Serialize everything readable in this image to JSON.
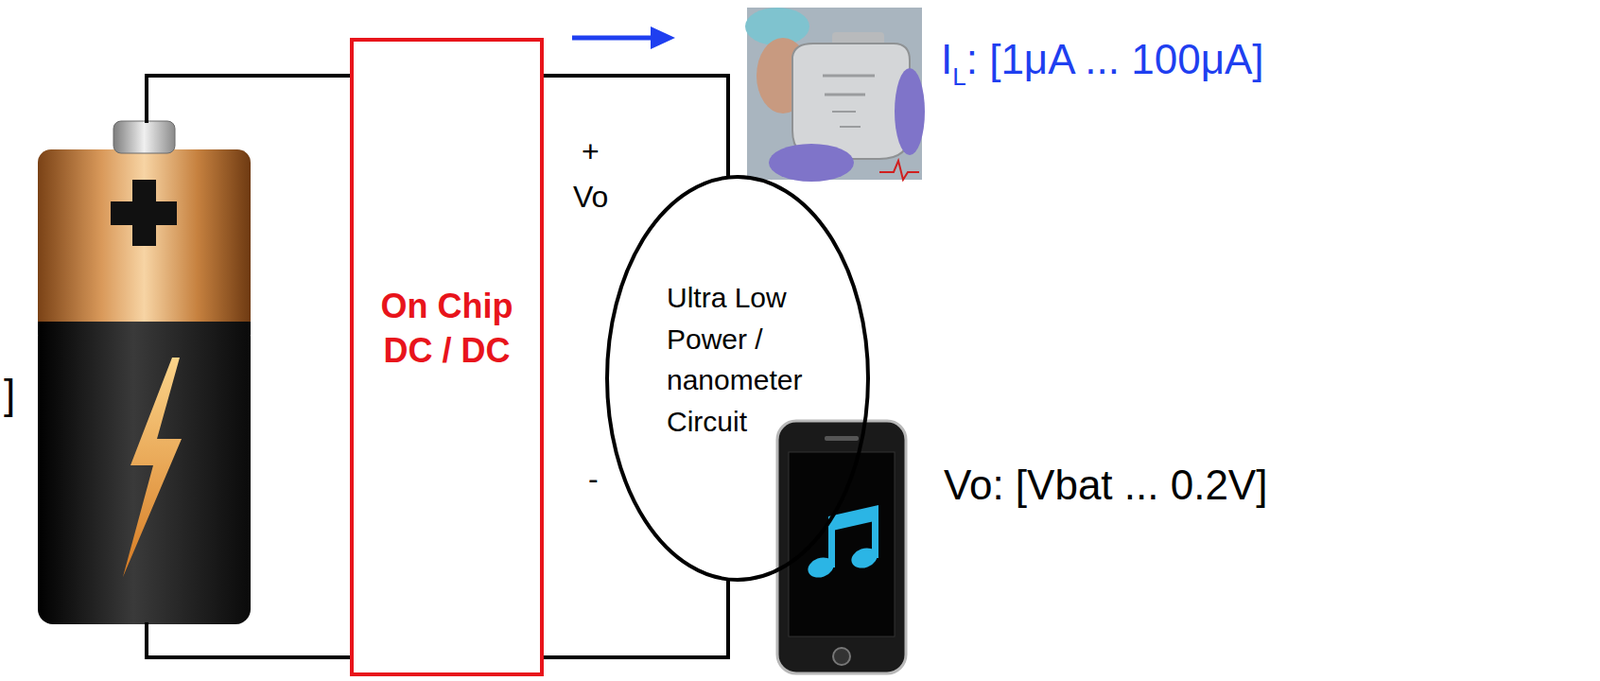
{
  "diagram": {
    "nodes": [
      {
        "text": [
          "On Chip DC / DC"
        ]
      },
      {
        "text": [
          "Ultra Low Power / nanometer Circuit"
        ]
      }
    ],
    "edges": [
      {
        "from": 0,
        "to": 1,
        "arrow": "none"
      },
      {
        "from": 0,
        "to": 1,
        "arrow": "none"
      }
    ],
    "labels": [
      "]",
      "+",
      "Vo",
      "-",
      "I",
      "L",
      ": [1μA ... 100μA]",
      "Vo: [Vbat ... 0.2V]"
    ]
  }
}
